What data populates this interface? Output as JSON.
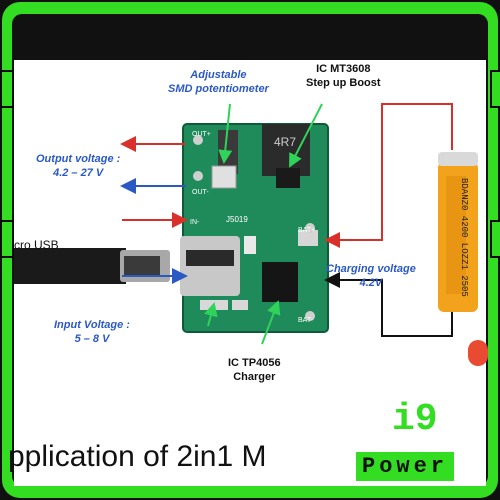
{
  "labels": {
    "pot": "Adjustable\nSMD potentiometer",
    "ic_boost": "IC MT3608\nStep up Boost",
    "output": "Output voltage :\n4.2 – 27 V",
    "usb": "cro USB",
    "charging": "Charging voltage\n4.2V",
    "input": "Input Voltage :\n5 – 8 V",
    "ic_charger": "IC TP4056\nCharger"
  },
  "board_marks": {
    "in_minus": "IN-",
    "j": "J5019",
    "bat_plus": "BAT+",
    "bat_minus": "BAT-",
    "out_minus": "OUT-",
    "out_plus": "OUT+",
    "chip": "4R7"
  },
  "battery_text": "BDANZ0 4200 LOZZ1 2505",
  "title": "pplication of   2in1 M",
  "logo": {
    "top": "i9",
    "bottom": "Power"
  },
  "colors": {
    "frame": "#33dd22",
    "pcb": "#1f8a5a",
    "arrow_red": "#d9302c",
    "arrow_blue": "#2b59c3",
    "battery": "#f2a31b"
  }
}
